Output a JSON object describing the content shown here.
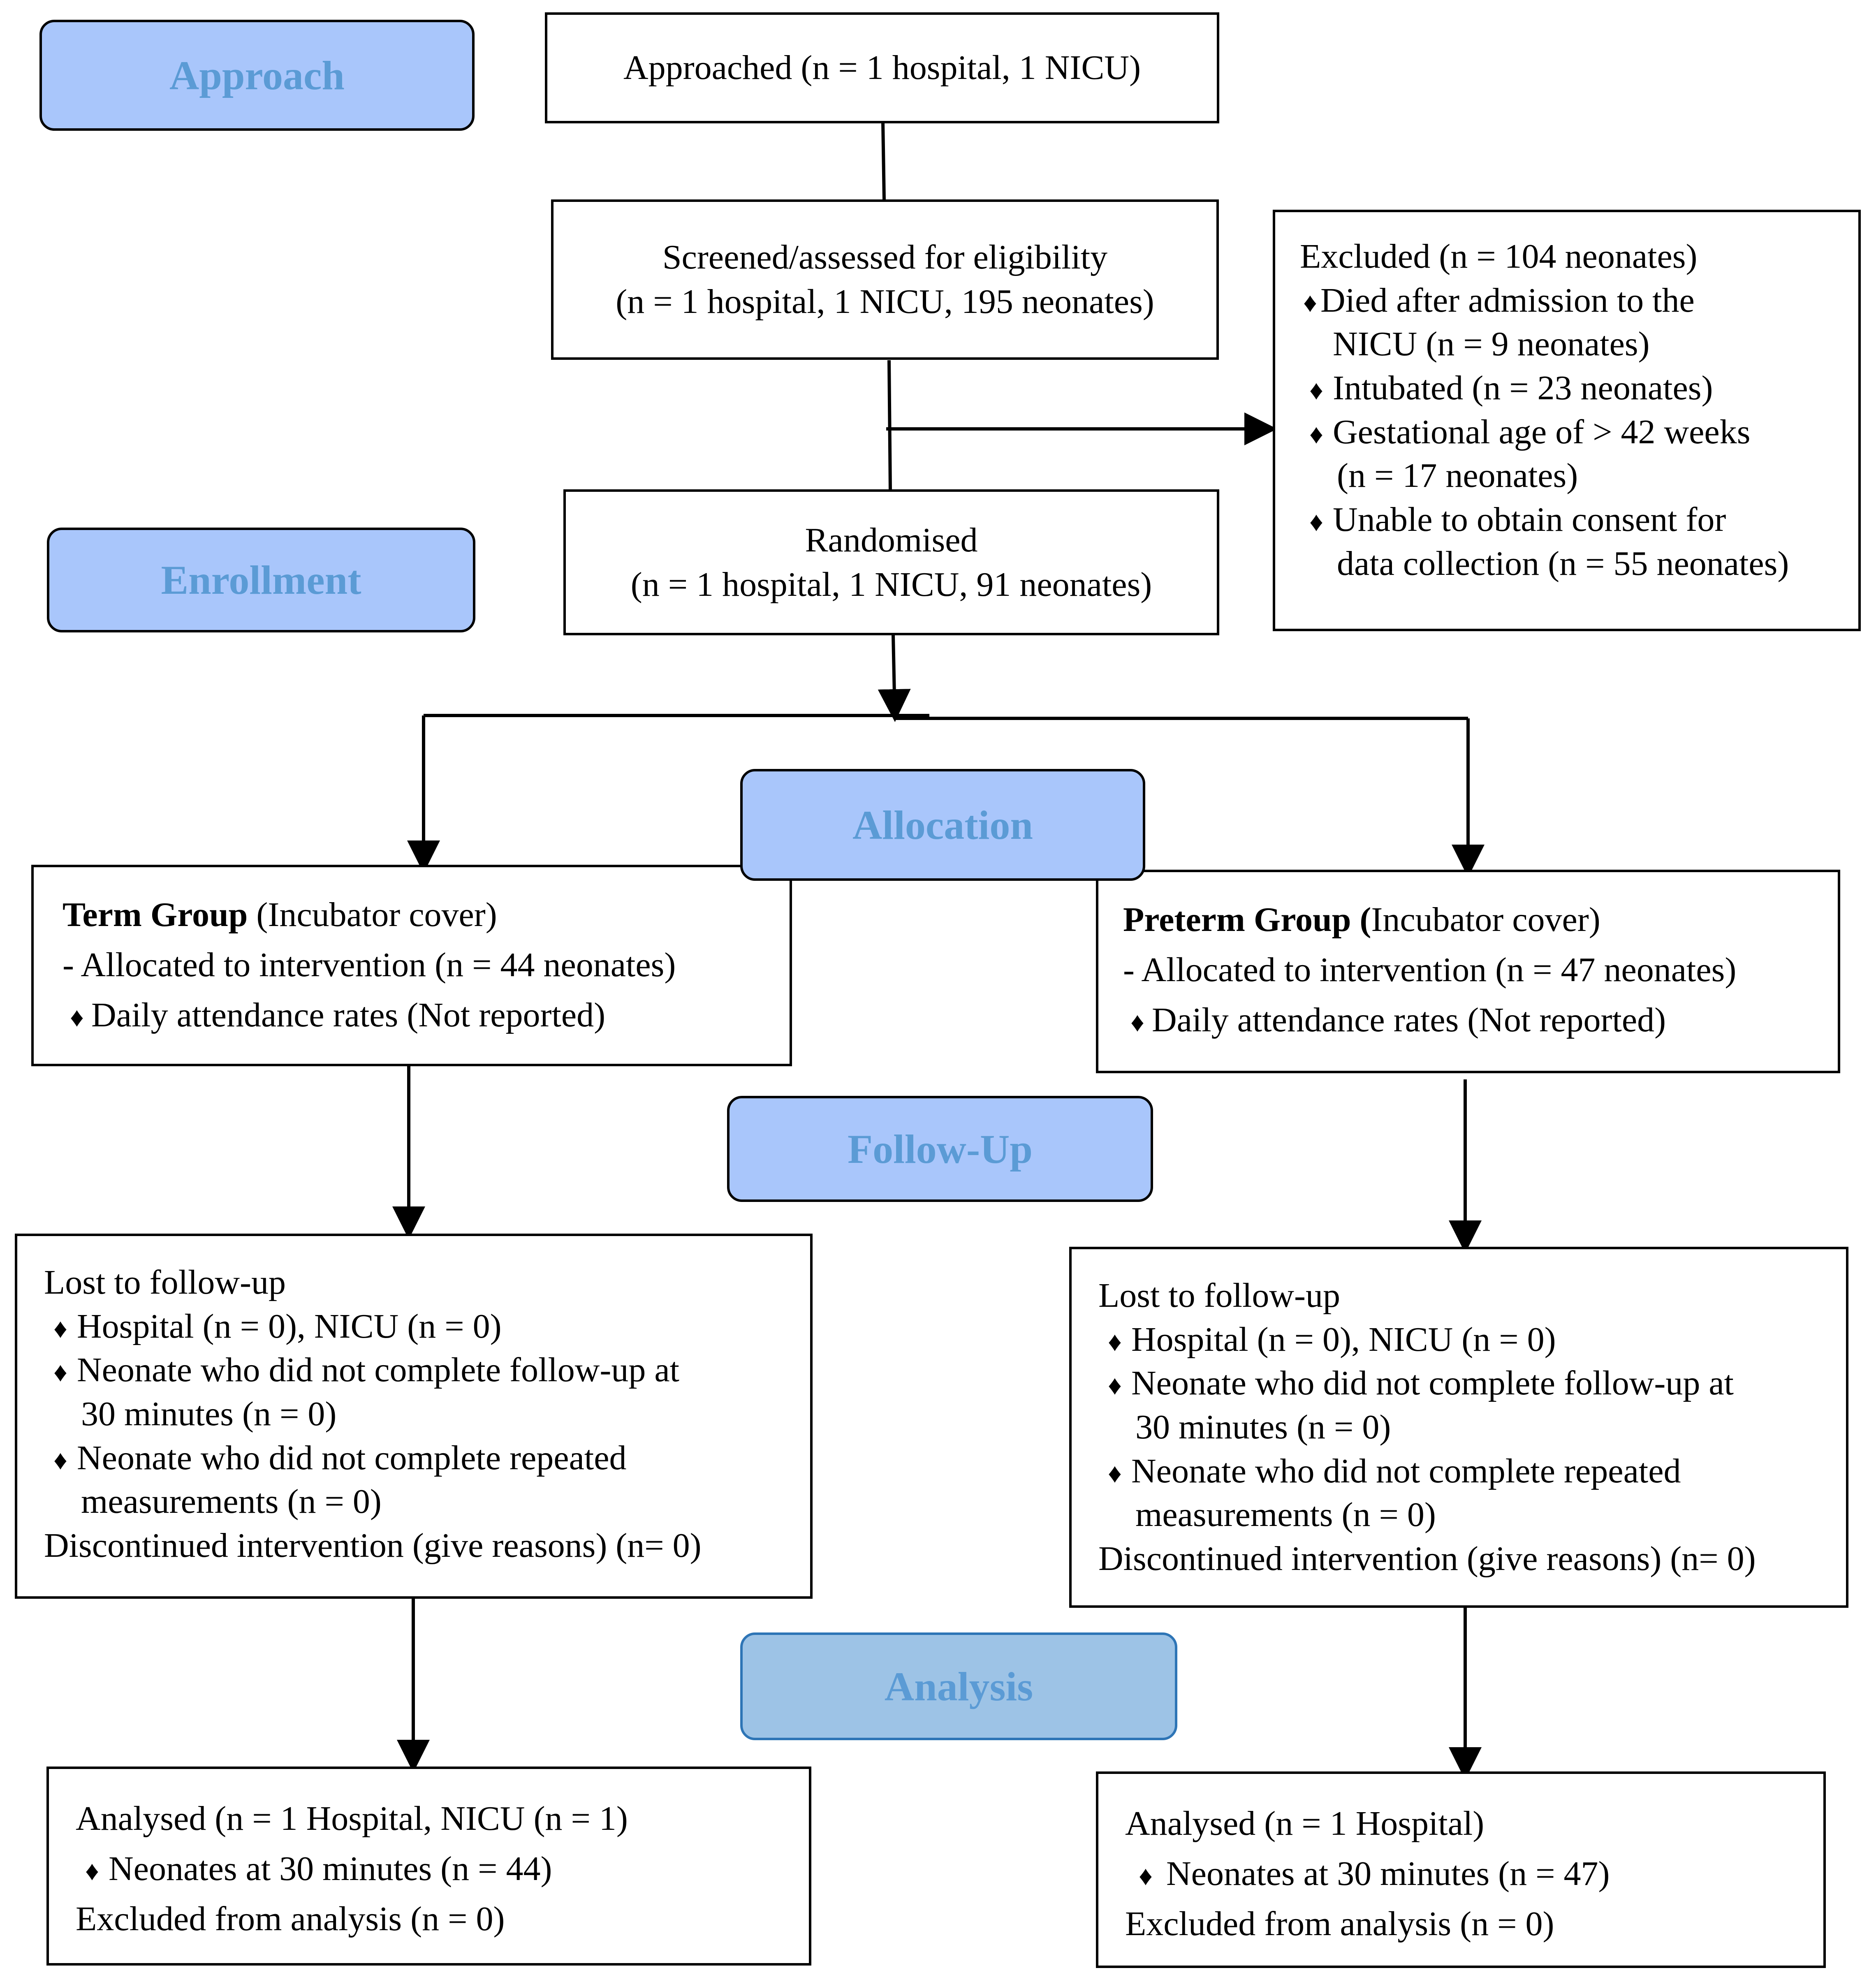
{
  "stages": {
    "approach": "Approach",
    "enrollment": "Enrollment",
    "allocation": "Allocation",
    "followup": "Follow-Up",
    "analysis": "Analysis"
  },
  "approached": "Approached (n = 1 hospital, 1 NICU)",
  "screened": {
    "line1": "Screened/assessed for eligibility",
    "line2": "(n = 1 hospital, 1 NICU, 195 neonates)"
  },
  "excluded": {
    "title": "Excluded (n = 104 neonates)",
    "died_1": "Died after admission to the",
    "died_2": "NICU (n = 9 neonates)",
    "intubated": "Intubated (n = 23 neonates)",
    "gest_1": "Gestational age of  > 42 weeks",
    "gest_2": "(n = 17 neonates)",
    "consent_1": "Unable to obtain consent for",
    "consent_2": "data collection (n = 55 neonates)"
  },
  "randomised": {
    "line1": "Randomised",
    "line2": "(n = 1 hospital, 1 NICU, 91 neonates)"
  },
  "term": {
    "title_bold": "Term Group",
    "title_rest": " (Incubator cover)",
    "allocated": "- Allocated to intervention (n = 44 neonates)",
    "attendance": "Daily attendance rates (Not reported)",
    "lost_title": "Lost to follow-up",
    "lost_hospital": "Hospital (n = 0), NICU (n = 0)",
    "lost_30_1": "Neonate who did not complete follow-up at",
    "lost_30_2": "30 minutes (n = 0)",
    "lost_rep_1": "Neonate who did not complete repeated",
    "lost_rep_2": "measurements (n = 0)",
    "discontinued": "Discontinued intervention (give reasons) (n= 0)",
    "analysed": "Analysed (n = 1 Hospital, NICU (n = 1)",
    "analysed_neonates": "Neonates at 30 minutes (n = 44)",
    "excluded_analysis": "Excluded from analysis (n = 0)"
  },
  "preterm": {
    "title_bold": "Preterm Group (",
    "title_rest": "Incubator cover)",
    "allocated": "- Allocated to intervention (n = 47 neonates)",
    "attendance": "Daily attendance rates (Not reported)",
    "lost_title": "Lost to follow-up",
    "lost_hospital": "Hospital (n = 0), NICU (n = 0)",
    "lost_30_1": "Neonate who did not complete follow-up at",
    "lost_30_2": "30 minutes (n = 0)",
    "lost_rep_1": "Neonate who did not complete repeated",
    "lost_rep_2": "measurements (n = 0)",
    "discontinued": "Discontinued intervention (give reasons) (n= 0)",
    "analysed": "Analysed (n = 1 Hospital)",
    "analysed_neonates": "Neonates at 30 minutes (n = 47)",
    "excluded_analysis": "Excluded from analysis (n = 0)"
  },
  "bullet_glyph": "♦"
}
